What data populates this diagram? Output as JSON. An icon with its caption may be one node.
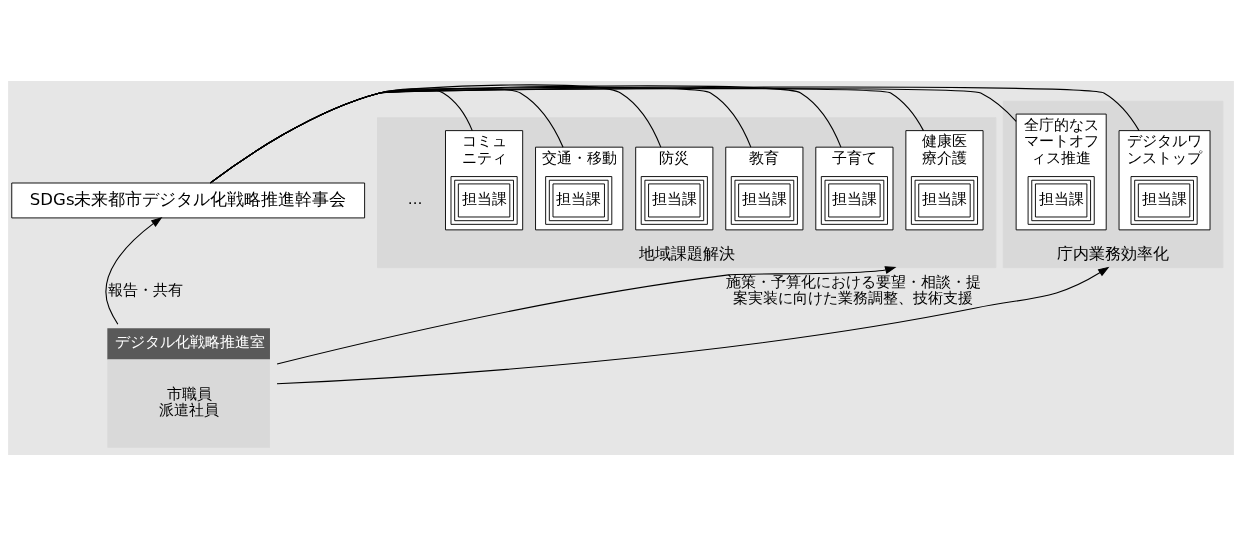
{
  "diagram": {
    "nodes": [
      {
        "text": [
          "SDGs未来都市デジタル化戦略推進幹事会"
        ]
      },
      {
        "text": [
          "地域課題解決"
        ]
      },
      {
        "text": [
          "健康医療介護"
        ],
        "in": 1
      },
      {
        "text": [
          "担当課"
        ],
        "in": 2
      },
      {
        "text": [
          "子育て"
        ],
        "in": 1
      },
      {
        "text": [
          "担当課"
        ],
        "in": 4
      },
      {
        "text": [
          "教育"
        ],
        "in": 1
      },
      {
        "text": [
          "担当課"
        ],
        "in": 6
      },
      {
        "text": [
          "防災"
        ],
        "in": 1
      },
      {
        "text": [
          "担当課"
        ],
        "in": 8
      },
      {
        "text": [
          "交通・移動"
        ],
        "in": 1
      },
      {
        "text": [
          "担当課"
        ],
        "in": 10
      },
      {
        "text": [
          "コミュニティ"
        ],
        "in": 1
      },
      {
        "text": [
          "担当課"
        ],
        "in": 12
      },
      {
        "text": [
          "庁内業務効率化"
        ]
      },
      {
        "text": [
          "デジタルワンストップ"
        ],
        "in": 14
      },
      {
        "text": [
          "担当課"
        ],
        "in": 15
      },
      {
        "text": [
          "全庁的なスマートオフィス推進"
        ],
        "in": 14
      },
      {
        "text": [
          "担当課"
        ],
        "in": 17
      },
      {
        "text": [
          "デジタル化戦略推進室",
          "市職員",
          "派遣社員"
        ]
      }
    ],
    "edges": [
      {
        "from": 0,
        "to": 2,
        "arrow": "none"
      },
      {
        "from": 0,
        "to": 4,
        "arrow": "none"
      },
      {
        "from": 0,
        "to": 6,
        "arrow": "none"
      },
      {
        "from": 0,
        "to": 8,
        "arrow": "none"
      },
      {
        "from": 0,
        "to": 10,
        "arrow": "none"
      },
      {
        "from": 0,
        "to": 12,
        "arrow": "none"
      },
      {
        "from": 0,
        "to": 15,
        "arrow": "none"
      },
      {
        "from": 0,
        "to": 17,
        "arrow": "none"
      },
      {
        "from": 19,
        "to": 0,
        "arrow": "to",
        "label": "報告・共有"
      },
      {
        "from": 19,
        "to": 1,
        "arrow": "to",
        "label": "施策・予算化における要望・相談・提案実装に向けた業務調整、技術支援"
      },
      {
        "from": 19,
        "to": 14,
        "arrow": "to"
      }
    ],
    "labels": [
      "…"
    ]
  }
}
